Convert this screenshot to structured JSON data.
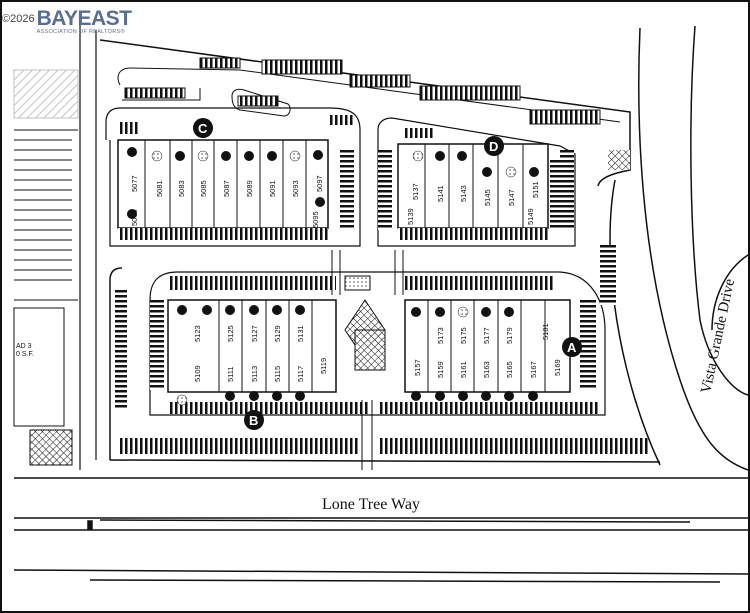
{
  "watermark": {
    "year": "©2026",
    "brand": "BAYEAST",
    "subtitle": "ASSOCIATION OF REALTORS®"
  },
  "streets": {
    "horizontal": "Lone Tree Way",
    "vertical": "Vista Grande Drive"
  },
  "left_sign": {
    "line1": "AD 3",
    "line2": "0 S.F."
  },
  "building_markers": {
    "A": "A",
    "B": "B",
    "C": "C",
    "D": "D"
  },
  "building_c": {
    "units": [
      "5077",
      "5081",
      "5083",
      "5085",
      "5087",
      "5089",
      "5091",
      "5093",
      "5097",
      "5079",
      "5095"
    ]
  },
  "building_d": {
    "units": [
      "5137",
      "5141",
      "5143",
      "5145",
      "5147",
      "5151",
      "5139",
      "5149"
    ]
  },
  "building_b": {
    "units_top": [
      "5123",
      "5125",
      "5127",
      "5129",
      "5131"
    ],
    "units_bottom": [
      "5109",
      "5111",
      "5113",
      "5115",
      "5117",
      "5119"
    ]
  },
  "building_a": {
    "units_top": [
      "5173",
      "5175",
      "5177",
      "5179",
      "5181"
    ],
    "units_bottom": [
      "5157",
      "5159",
      "5161",
      "5163",
      "5165",
      "5167",
      "5169"
    ]
  },
  "colors": {
    "ink": "#111111",
    "paper": "#ffffff",
    "watermark": "#5a6f8c"
  }
}
